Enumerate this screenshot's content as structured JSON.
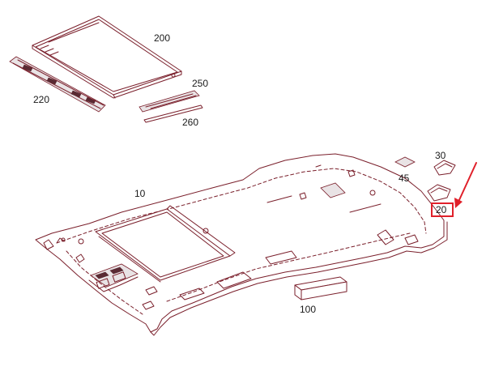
{
  "diagram": {
    "parts": {
      "p200": "200",
      "p220": "220",
      "p250": "250",
      "p260": "260",
      "p30": "30",
      "p45": "45",
      "p10": "10",
      "p20": "20",
      "p100": "100"
    },
    "highlight_color": "#e0202a",
    "line_color": "#7a1f2b"
  }
}
